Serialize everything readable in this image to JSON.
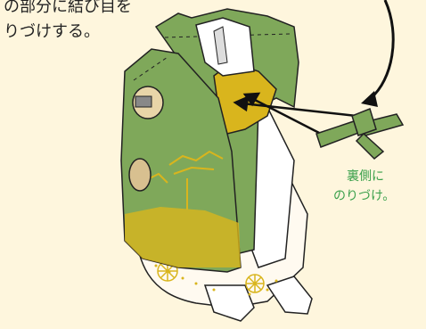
{
  "instruction": {
    "line1": "の部分に結び目を",
    "line2": "りづけする。"
  },
  "note": {
    "line1": "裏側に",
    "line2": "のりづけ。"
  },
  "colors": {
    "background": "#fef6dd",
    "kimono_green": "#7fa85a",
    "gold": "#d9b51d",
    "note_green": "#3aa04b"
  }
}
